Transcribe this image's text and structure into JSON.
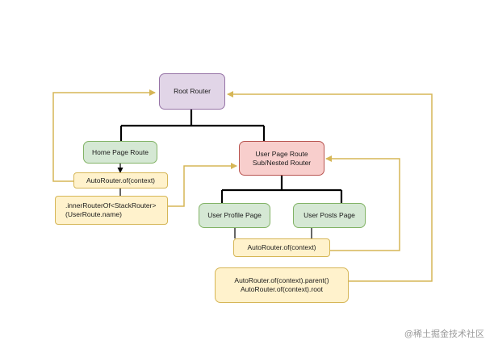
{
  "colors": {
    "tree_line": "#000000",
    "feedback_line": "#d6b656",
    "root_fill": "#e1d5e7",
    "root_border": "#9673a6",
    "route_fill": "#d5e8d4",
    "route_border": "#82b366",
    "nested_fill": "#f8cecc",
    "nested_border": "#b85450",
    "code_fill": "#fff2cc",
    "code_border": "#d6b656"
  },
  "nodes": {
    "root_router": "Root Router",
    "home_page_route": "Home Page Route",
    "user_page_route": {
      "line1": "User Page Route",
      "line2": "Sub/Nested Router"
    },
    "autorouter_home": "AutoRouter.of(context)",
    "inner_router": {
      "line1": ".innerRouterOf<StackRouter>",
      "line2": "(UserRoute.name)"
    },
    "user_profile_page": "User Profile Page",
    "user_posts_page": "User Posts Page",
    "autorouter_user": "AutoRouter.of(context)",
    "parent_root": {
      "line1": "AutoRouter.of(context).parent()",
      "line2": "AutoRouter.of(context).root"
    }
  },
  "watermark": "@稀土掘金技术社区"
}
